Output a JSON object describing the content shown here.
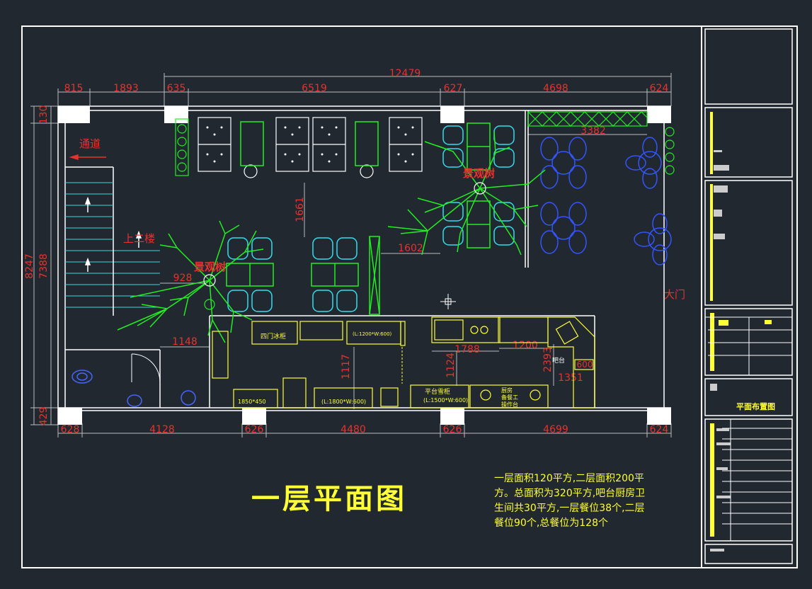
{
  "drawing": {
    "title": "一层平面图",
    "note_lines": [
      "一层面积120平方,二层面积200平",
      "方。总面积为320平方,吧台厨房卫",
      "生间共30平方,一层餐位38个,二层",
      "餐位90个,总餐位为128个"
    ]
  },
  "dimensions": {
    "top_total": "12479",
    "top": [
      "815",
      "1893",
      "635",
      "6519",
      "627",
      "4698",
      "624"
    ],
    "bottom": [
      "628",
      "4128",
      "626",
      "4480",
      "626",
      "4699",
      "624"
    ],
    "left": [
      "130",
      "8247",
      "7388",
      "429"
    ],
    "inner": [
      "1661",
      "1602",
      "928",
      "1148",
      "1117",
      "1124",
      "1788",
      "1200",
      "2393",
      "1351",
      "3382",
      "600"
    ]
  },
  "labels": {
    "passage": "通道",
    "stairs_up": "上二楼",
    "tree_1": "景观树",
    "tree_2": "景观树",
    "main_door": "大门",
    "fridge": "四门冰柜",
    "platform_fridge": "平台雪柜",
    "platform_size": "(L:1500*W:600)",
    "sink_size": "(L:1800*W:600)",
    "counter_size": "(L:1200*W:600)",
    "prep_size": "1850*450",
    "sheet_title": "平面布置图",
    "kitchen_a": "厨房",
    "kitchen_b": "备餐工",
    "kitchen_c": "操作台",
    "bar": "吧台"
  },
  "colors": {
    "background": "#212830",
    "frame": "#ffffff",
    "dimension": "#e8322d",
    "furniture": "#ffffff",
    "kitchen": "#ffff33",
    "chairs": "#33ddee",
    "round_tables": "#3355ff",
    "trees": "#22ee22",
    "stairs": "#33dddd"
  }
}
